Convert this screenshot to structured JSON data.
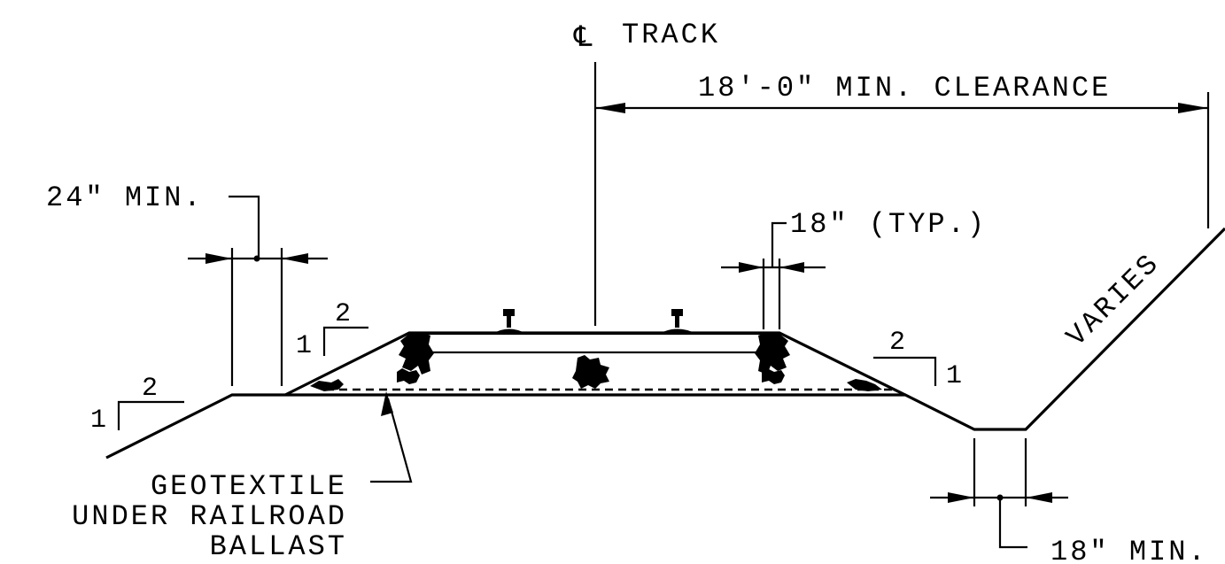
{
  "labels": {
    "centerline_symbol": "℄",
    "centerline_text": "TRACK",
    "clearance": "18'-0\" MIN. CLEARANCE",
    "left_shoulder": "24\" MIN.",
    "ballast_edge": "18\" (TYP.)",
    "varies": "VARIES",
    "ditch_bottom": "18\" MIN.",
    "geotextile_line1": "GEOTEXTILE",
    "geotextile_line2": "UNDER RAILROAD",
    "geotextile_line3": "BALLAST"
  },
  "slopes": {
    "outer_left": {
      "run": "2",
      "rise": "1"
    },
    "ballast_left": {
      "run": "2",
      "rise": "1"
    },
    "ballast_right": {
      "run": "2",
      "rise": "1"
    }
  }
}
